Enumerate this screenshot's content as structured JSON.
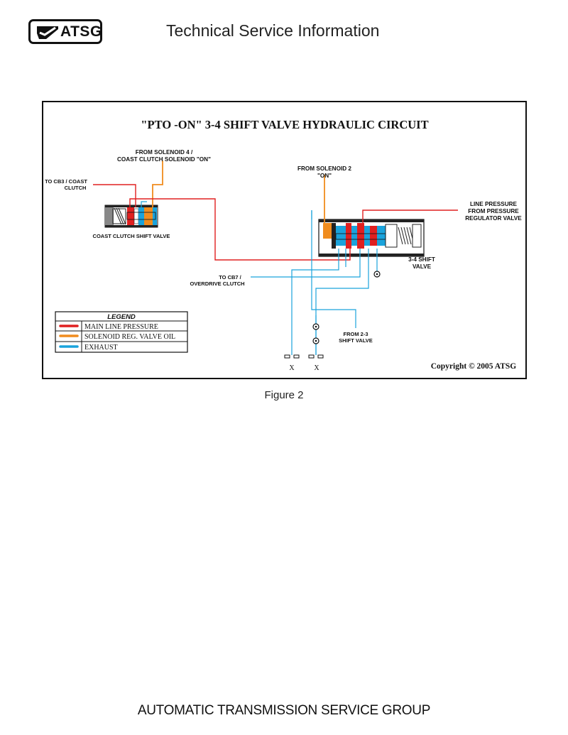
{
  "header": {
    "logo_text": "ATSG",
    "title": "Technical Service Information"
  },
  "figure": {
    "title": "\"PTO -ON\" 3-4 SHIFT VALVE HYDRAULIC CIRCUIT",
    "labels": {
      "from_solenoid_4_line1": "FROM SOLENOID 4 /",
      "from_solenoid_4_line2": "COAST CLUTCH SOLENOID \"ON\"",
      "to_cb3_line1": "TO CB3 / COAST",
      "to_cb3_line2": "CLUTCH",
      "coast_clutch_valve": "COAST CLUTCH SHIFT VALVE",
      "from_solenoid_2_line1": "FROM SOLENOID 2",
      "from_solenoid_2_line2": "\"ON\"",
      "line_pressure_line1": "LINE PRESSURE",
      "line_pressure_line2": "FROM PRESSURE",
      "line_pressure_line3": "REGULATOR VALVE",
      "shift_valve_34_line1": "3-4 SHIFT",
      "shift_valve_34_line2": "VALVE",
      "to_cb7_line1": "TO CB7 /",
      "to_cb7_line2": "OVERDRIVE CLUTCH",
      "from_23_line1": "FROM 2-3",
      "from_23_line2": "SHIFT VALVE",
      "exhaust_x1": "X",
      "exhaust_x2": "X"
    },
    "legend": {
      "title": "LEGEND",
      "items": [
        {
          "label": "MAIN LINE PRESSURE",
          "color": "#e02020"
        },
        {
          "label": "SOLENOID REG. VALVE OIL",
          "color": "#f08c1e"
        },
        {
          "label": "EXHAUST",
          "color": "#1aa3dc"
        }
      ]
    },
    "copyright": "Copyright © 2005 ATSG",
    "caption": "Figure 2"
  },
  "footer": {
    "text": "AUTOMATIC TRANSMISSION SERVICE GROUP"
  }
}
